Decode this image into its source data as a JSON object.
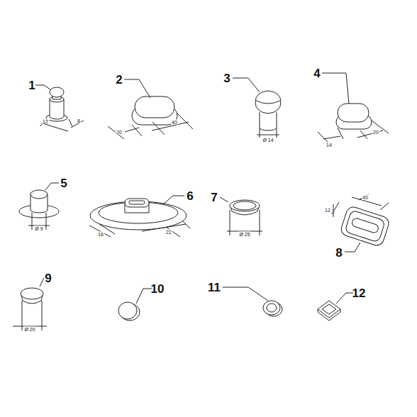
{
  "diagram": {
    "labels": [
      "1",
      "12",
      "8",
      "2",
      "20",
      "40",
      "3",
      "Ø 14",
      "4",
      "14",
      "20",
      "5",
      "Ø 9",
      "6",
      "16",
      "22",
      "7",
      "Ø 25",
      "12",
      "40",
      "8",
      "9",
      "Ø 20",
      "10",
      "11",
      "12"
    ]
  }
}
